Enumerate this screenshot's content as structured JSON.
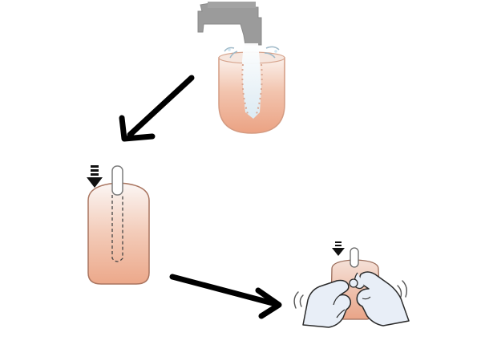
{
  "steps": [
    {
      "id": "fill-with-water"
    },
    {
      "id": "insert-rod"
    },
    {
      "id": "squeeze-and-shake"
    }
  ],
  "arrows": [
    {
      "from": "fill-with-water",
      "to": "insert-rod"
    },
    {
      "from": "insert-rod",
      "to": "squeeze-and-shake"
    }
  ],
  "colors": {
    "faucet": "#9a9a9a",
    "water": "#e9f4fb",
    "container_top": "#f7ede8",
    "container_bottom": "#eea98a",
    "container_outline": "#b07a66",
    "arrow": "#000000",
    "hand_fill": "#e7edf6",
    "hand_outline": "#2a2a2a"
  }
}
